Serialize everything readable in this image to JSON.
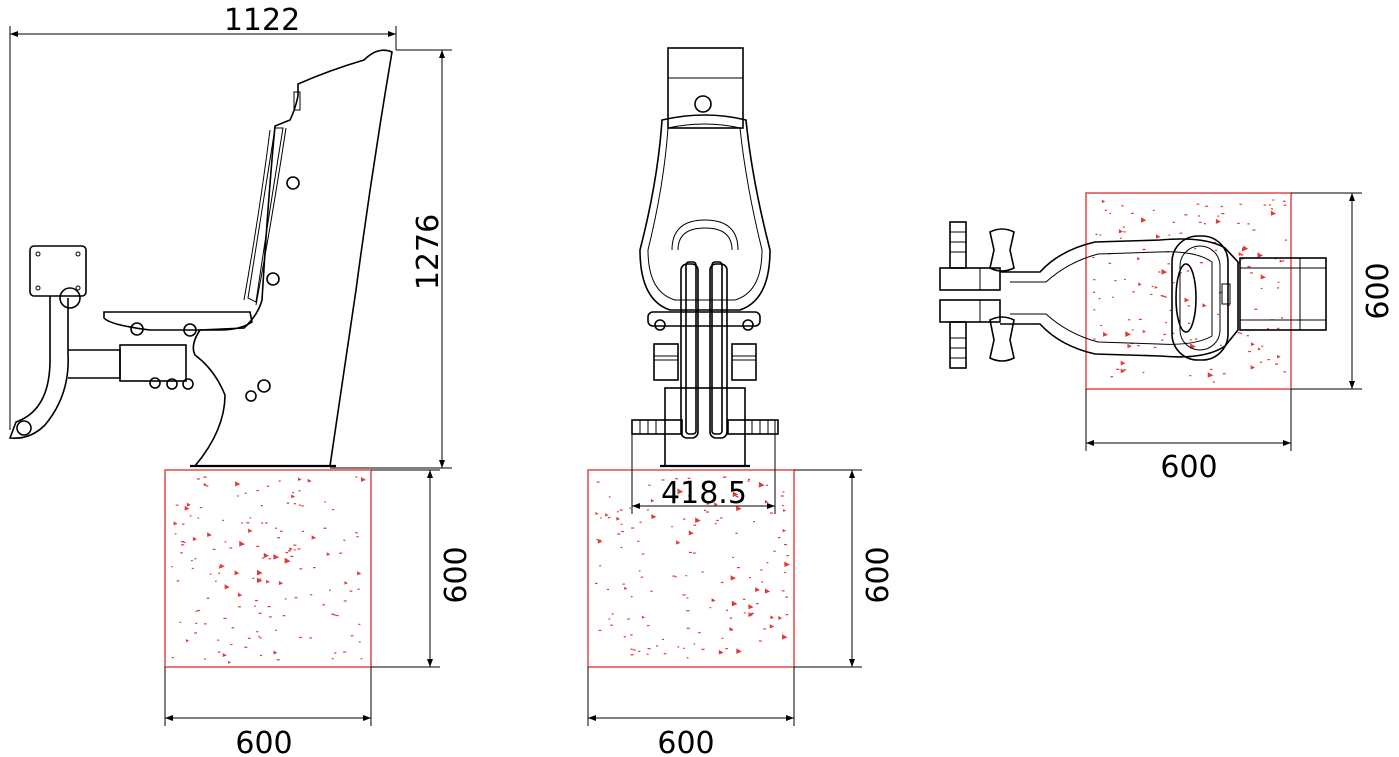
{
  "dimensions": {
    "side_width": "1122",
    "side_height": "1276",
    "side_found_height": "600",
    "side_found_width": "600",
    "front_inner_width": "418.5",
    "front_found_height": "600",
    "front_found_width": "600",
    "top_found_height": "600",
    "top_found_width": "600"
  },
  "colors": {
    "foundation": "#e04a4a",
    "lines": "#000000"
  }
}
